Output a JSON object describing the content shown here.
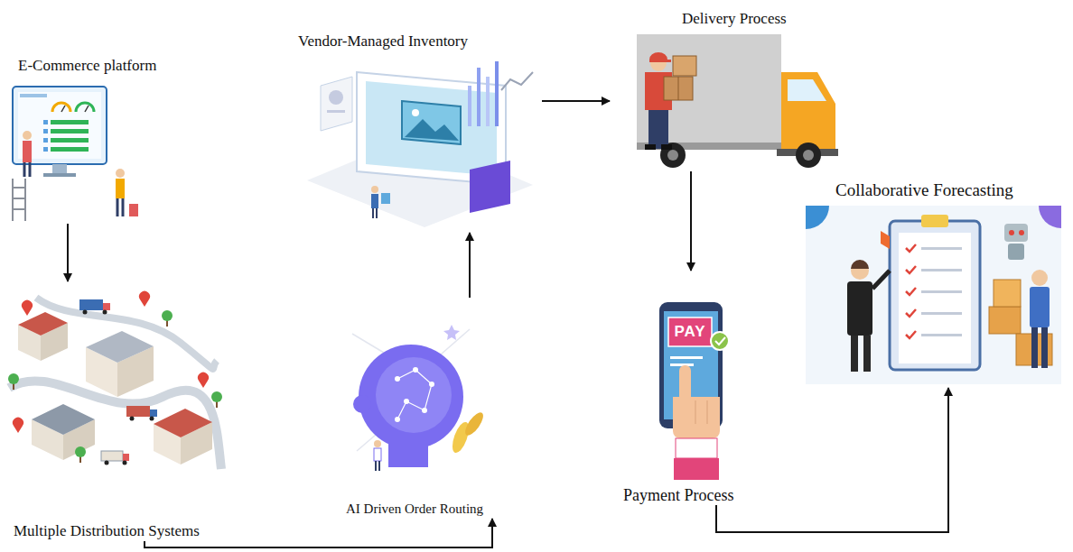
{
  "diagram": {
    "nodes": [
      {
        "text": [
          "E-Commerce platform"
        ]
      },
      {
        "text": [
          "Multiple Distribution Systems"
        ]
      },
      {
        "text": [
          "AI Driven Order Routing"
        ]
      },
      {
        "text": [
          "Vendor-Managed Inventory"
        ]
      },
      {
        "text": [
          "Delivery Process"
        ]
      },
      {
        "text": [
          "Payment Process"
        ]
      },
      {
        "text": [
          "Collaborative Forecasting"
        ]
      }
    ],
    "edges": [
      {
        "from": 0,
        "to": 1,
        "arrow": "to"
      },
      {
        "from": 1,
        "to": 2,
        "arrow": "to"
      },
      {
        "from": 2,
        "to": 3,
        "arrow": "to"
      },
      {
        "from": 3,
        "to": 4,
        "arrow": "to"
      },
      {
        "from": 4,
        "to": 5,
        "arrow": "to"
      },
      {
        "from": 5,
        "to": 6,
        "arrow": "to"
      }
    ],
    "labels": [
      "PAY"
    ]
  }
}
